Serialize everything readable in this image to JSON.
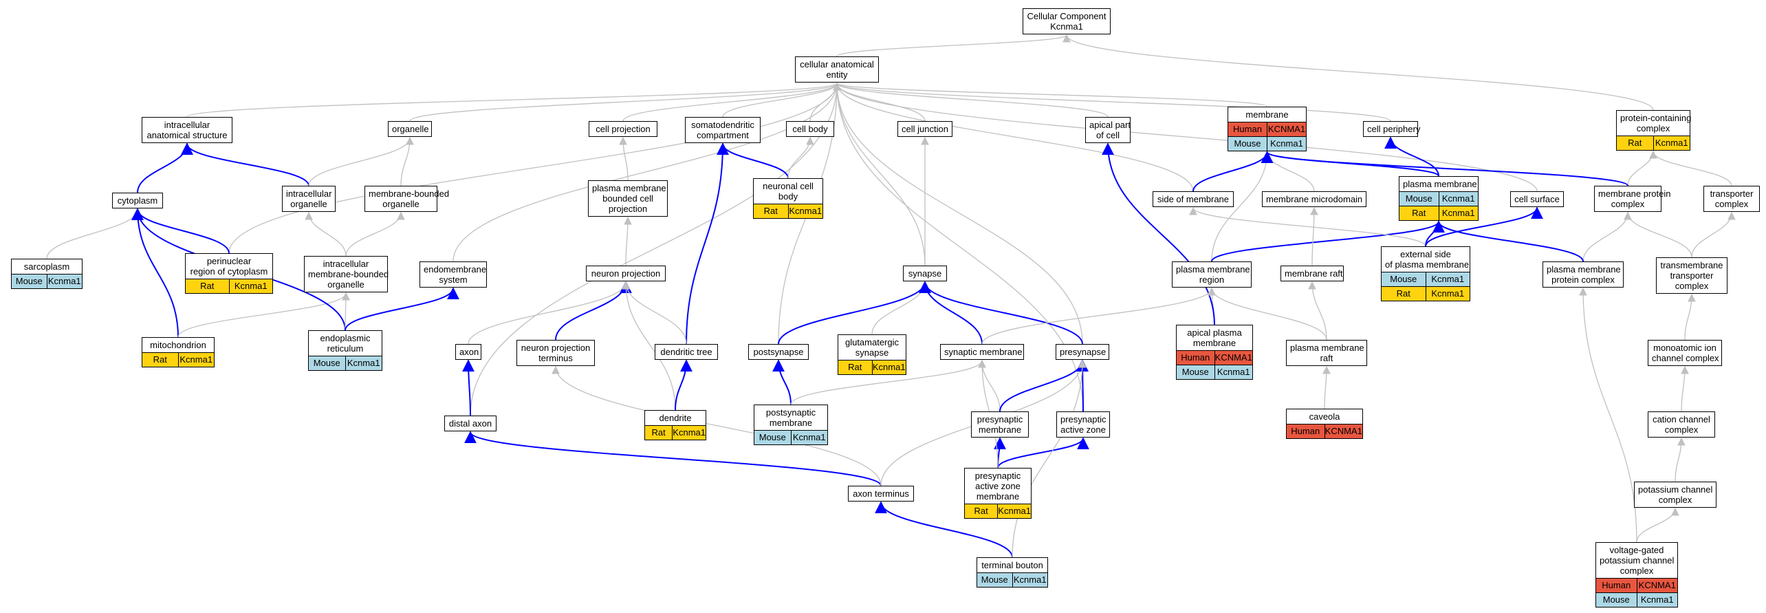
{
  "colors": {
    "human": "#e8563f",
    "rat": "#ffd30f",
    "mouse": "#add8e6",
    "highlight_edge": "#0000ff",
    "edge": "#c0c0c0"
  },
  "nodes": {
    "root": {
      "lines": [
        "Cellular Component",
        "Kcnma1"
      ],
      "ann": []
    },
    "cae": {
      "lines": [
        "cellular anatomical",
        "entity"
      ],
      "ann": []
    },
    "ias": {
      "lines": [
        "intracellular",
        "anatomical structure"
      ],
      "ann": []
    },
    "organelle": {
      "lines": [
        "organelle"
      ],
      "ann": []
    },
    "cellproj": {
      "lines": [
        "cell projection"
      ],
      "ann": []
    },
    "somato": {
      "lines": [
        "somatodendritic",
        "compartment"
      ],
      "ann": []
    },
    "cellbody": {
      "lines": [
        "cell body"
      ],
      "ann": []
    },
    "celljunction": {
      "lines": [
        "cell junction"
      ],
      "ann": []
    },
    "apicalpart": {
      "lines": [
        "apical part",
        "of cell"
      ],
      "ann": []
    },
    "membrane": {
      "lines": [
        "membrane"
      ],
      "ann": [
        [
          "Human",
          "KCNMA1"
        ],
        [
          "Mouse",
          "Kcnma1"
        ]
      ]
    },
    "cellperiph": {
      "lines": [
        "cell periphery"
      ],
      "ann": []
    },
    "pcc": {
      "lines": [
        "protein-containing",
        "complex"
      ],
      "ann": [
        [
          "Rat",
          "Kcnma1"
        ]
      ]
    },
    "cytoplasm": {
      "lines": [
        "cytoplasm"
      ],
      "ann": []
    },
    "intraorg": {
      "lines": [
        "intracellular",
        "organelle"
      ],
      "ann": []
    },
    "mbo": {
      "lines": [
        "membrane-bounded",
        "organelle"
      ],
      "ann": []
    },
    "pmbcp": {
      "lines": [
        "plasma membrane",
        "bounded cell",
        "projection"
      ],
      "ann": []
    },
    "ncb": {
      "lines": [
        "neuronal cell",
        "body"
      ],
      "ann": [
        [
          "Rat",
          "Kcnma1"
        ]
      ]
    },
    "sideofmem": {
      "lines": [
        "side of membrane"
      ],
      "ann": []
    },
    "memmicro": {
      "lines": [
        "membrane microdomain"
      ],
      "ann": []
    },
    "pm": {
      "lines": [
        "plasma membrane"
      ],
      "ann": [
        [
          "Mouse",
          "Kcnma1"
        ],
        [
          "Rat",
          "Kcnma1"
        ]
      ]
    },
    "cellsurface": {
      "lines": [
        "cell surface"
      ],
      "ann": []
    },
    "mpc": {
      "lines": [
        "membrane protein",
        "complex"
      ],
      "ann": []
    },
    "transporter": {
      "lines": [
        "transporter",
        "complex"
      ],
      "ann": []
    },
    "sarcoplasm": {
      "lines": [
        "sarcoplasm"
      ],
      "ann": [
        [
          "Mouse",
          "Kcnma1"
        ]
      ]
    },
    "perinuc": {
      "lines": [
        "perinuclear",
        "region of cytoplasm"
      ],
      "ann": [
        [
          "Rat",
          "Kcnma1"
        ]
      ]
    },
    "imbo": {
      "lines": [
        "intracellular",
        "membrane-bounded",
        "organelle"
      ],
      "ann": []
    },
    "endomem": {
      "lines": [
        "endomembrane",
        "system"
      ],
      "ann": []
    },
    "neuronproj": {
      "lines": [
        "neuron projection"
      ],
      "ann": []
    },
    "synapse": {
      "lines": [
        "synapse"
      ],
      "ann": []
    },
    "pmregion": {
      "lines": [
        "plasma membrane",
        "region"
      ],
      "ann": []
    },
    "memraft": {
      "lines": [
        "membrane raft"
      ],
      "ann": []
    },
    "extside": {
      "lines": [
        "external side",
        "of plasma membrane"
      ],
      "ann": [
        [
          "Mouse",
          "Kcnma1"
        ],
        [
          "Rat",
          "Kcnma1"
        ]
      ]
    },
    "pmpc": {
      "lines": [
        "plasma membrane",
        "protein complex"
      ],
      "ann": []
    },
    "tmtc": {
      "lines": [
        "transmembrane",
        "transporter",
        "complex"
      ],
      "ann": []
    },
    "mito": {
      "lines": [
        "mitochondrion"
      ],
      "ann": [
        [
          "Rat",
          "Kcnma1"
        ]
      ]
    },
    "er": {
      "lines": [
        "endoplasmic",
        "reticulum"
      ],
      "ann": [
        [
          "Mouse",
          "Kcnma1"
        ]
      ]
    },
    "axon": {
      "lines": [
        "axon"
      ],
      "ann": []
    },
    "npt": {
      "lines": [
        "neuron projection",
        "terminus"
      ],
      "ann": []
    },
    "dentree": {
      "lines": [
        "dendritic tree"
      ],
      "ann": []
    },
    "postsyn": {
      "lines": [
        "postsynapse"
      ],
      "ann": []
    },
    "glut": {
      "lines": [
        "glutamatergic",
        "synapse"
      ],
      "ann": [
        [
          "Rat",
          "Kcnma1"
        ]
      ]
    },
    "synmem": {
      "lines": [
        "synaptic membrane"
      ],
      "ann": []
    },
    "presyn": {
      "lines": [
        "presynapse"
      ],
      "ann": []
    },
    "apm": {
      "lines": [
        "apical plasma",
        "membrane"
      ],
      "ann": [
        [
          "Human",
          "KCNMA1"
        ],
        [
          "Mouse",
          "Kcnma1"
        ]
      ]
    },
    "pmraft": {
      "lines": [
        "plasma membrane",
        "raft"
      ],
      "ann": []
    },
    "maicc": {
      "lines": [
        "monoatomic ion",
        "channel complex"
      ],
      "ann": []
    },
    "distalaxon": {
      "lines": [
        "distal axon"
      ],
      "ann": []
    },
    "dendrite": {
      "lines": [
        "dendrite"
      ],
      "ann": [
        [
          "Rat",
          "Kcnma1"
        ]
      ]
    },
    "psm": {
      "lines": [
        "postsynaptic",
        "membrane"
      ],
      "ann": [
        [
          "Mouse",
          "Kcnma1"
        ]
      ]
    },
    "presynmem": {
      "lines": [
        "presynaptic",
        "membrane"
      ],
      "ann": []
    },
    "paz": {
      "lines": [
        "presynaptic",
        "active zone"
      ],
      "ann": []
    },
    "caveola": {
      "lines": [
        "caveola"
      ],
      "ann": [
        [
          "Human",
          "KCNMA1"
        ]
      ]
    },
    "cation": {
      "lines": [
        "cation channel",
        "complex"
      ],
      "ann": []
    },
    "axonterm": {
      "lines": [
        "axon terminus"
      ],
      "ann": []
    },
    "pazm": {
      "lines": [
        "presynaptic",
        "active zone",
        "membrane"
      ],
      "ann": [
        [
          "Rat",
          "Kcnma1"
        ]
      ]
    },
    "kcc": {
      "lines": [
        "potassium channel",
        "complex"
      ],
      "ann": []
    },
    "tbouton": {
      "lines": [
        "terminal bouton"
      ],
      "ann": [
        [
          "Mouse",
          "Kcnma1"
        ]
      ]
    },
    "vgkcc": {
      "lines": [
        "voltage-gated",
        "potassium channel",
        "complex"
      ],
      "ann": [
        [
          "Human",
          "KCNMA1"
        ],
        [
          "Mouse",
          "Kcnma1"
        ]
      ]
    }
  },
  "edges": [
    [
      "cae",
      "root",
      0
    ],
    [
      "pcc",
      "root",
      0
    ],
    [
      "ias",
      "cae",
      0
    ],
    [
      "organelle",
      "cae",
      0
    ],
    [
      "cellproj",
      "cae",
      0
    ],
    [
      "somato",
      "cae",
      0
    ],
    [
      "cellbody",
      "cae",
      0
    ],
    [
      "celljunction",
      "cae",
      0
    ],
    [
      "apicalpart",
      "cae",
      0
    ],
    [
      "membrane",
      "cae",
      0
    ],
    [
      "cellperiph",
      "cae",
      0
    ],
    [
      "cellsurface",
      "cae",
      0
    ],
    [
      "perinuc",
      "cae",
      0
    ],
    [
      "endomem",
      "cae",
      0
    ],
    [
      "sideofmem",
      "cae",
      0
    ],
    [
      "postsyn",
      "cae",
      0
    ],
    [
      "presyn",
      "cae",
      0
    ],
    [
      "paz",
      "cae",
      0
    ],
    [
      "distalaxon",
      "cae",
      0
    ],
    [
      "synapse",
      "cae",
      0
    ],
    [
      "cytoplasm",
      "ias",
      1
    ],
    [
      "intraorg",
      "ias",
      1
    ],
    [
      "intraorg",
      "organelle",
      0
    ],
    [
      "mbo",
      "organelle",
      0
    ],
    [
      "imbo",
      "intraorg",
      0
    ],
    [
      "imbo",
      "mbo",
      0
    ],
    [
      "pmbcp",
      "cellproj",
      0
    ],
    [
      "ncb",
      "somato",
      1
    ],
    [
      "ncb",
      "cellbody",
      0
    ],
    [
      "dentree",
      "somato",
      1
    ],
    [
      "sideofmem",
      "membrane",
      1
    ],
    [
      "memmicro",
      "membrane",
      0
    ],
    [
      "pm",
      "membrane",
      1
    ],
    [
      "pmregion",
      "membrane",
      0
    ],
    [
      "pm",
      "cellperiph",
      1
    ],
    [
      "mpc",
      "pcc",
      0
    ],
    [
      "transporter",
      "pcc",
      0
    ],
    [
      "mpc",
      "membrane",
      1
    ],
    [
      "pmpc",
      "mpc",
      0
    ],
    [
      "pmpc",
      "pm",
      1
    ],
    [
      "tmtc",
      "mpc",
      0
    ],
    [
      "tmtc",
      "transporter",
      0
    ],
    [
      "maicc",
      "tmtc",
      0
    ],
    [
      "cation",
      "maicc",
      0
    ],
    [
      "kcc",
      "cation",
      0
    ],
    [
      "vgkcc",
      "kcc",
      0
    ],
    [
      "vgkcc",
      "pmpc",
      0
    ],
    [
      "sarcoplasm",
      "cytoplasm",
      0
    ],
    [
      "perinuc",
      "cytoplasm",
      1
    ],
    [
      "mito",
      "cytoplasm",
      1
    ],
    [
      "mito",
      "imbo",
      0
    ],
    [
      "er",
      "cytoplasm",
      1
    ],
    [
      "er",
      "imbo",
      0
    ],
    [
      "er",
      "endomem",
      1
    ],
    [
      "neuronproj",
      "pmbcp",
      0
    ],
    [
      "axon",
      "neuronproj",
      0
    ],
    [
      "npt",
      "neuronproj",
      1
    ],
    [
      "dentree",
      "neuronproj",
      0
    ],
    [
      "dendrite",
      "neuronproj",
      0
    ],
    [
      "dendrite",
      "dentree",
      1
    ],
    [
      "distalaxon",
      "axon",
      1
    ],
    [
      "axonterm",
      "distalaxon",
      1
    ],
    [
      "axonterm",
      "npt",
      0
    ],
    [
      "axonterm",
      "presyn",
      0
    ],
    [
      "postsyn",
      "synapse",
      1
    ],
    [
      "glut",
      "synapse",
      0
    ],
    [
      "synmem",
      "synapse",
      1
    ],
    [
      "presyn",
      "synapse",
      1
    ],
    [
      "synapse",
      "celljunction",
      0
    ],
    [
      "pmregion",
      "pm",
      1
    ],
    [
      "extside",
      "pm",
      1
    ],
    [
      "extside",
      "sideofmem",
      0
    ],
    [
      "extside",
      "cellsurface",
      1
    ],
    [
      "memraft",
      "memmicro",
      0
    ],
    [
      "pmraft",
      "memraft",
      0
    ],
    [
      "pmraft",
      "pmregion",
      0
    ],
    [
      "caveola",
      "pmraft",
      0
    ],
    [
      "apm",
      "pmregion",
      0
    ],
    [
      "apm",
      "apicalpart",
      1
    ],
    [
      "synmem",
      "pmregion",
      0
    ],
    [
      "psm",
      "postsyn",
      1
    ],
    [
      "psm",
      "synmem",
      0
    ],
    [
      "presynmem",
      "synmem",
      0
    ],
    [
      "presynmem",
      "presyn",
      1
    ],
    [
      "paz",
      "presyn",
      1
    ],
    [
      "pazm",
      "presynmem",
      1
    ],
    [
      "pazm",
      "paz",
      1
    ],
    [
      "pazm",
      "synmem",
      0
    ],
    [
      "tbouton",
      "axonterm",
      1
    ],
    [
      "tbouton",
      "presyn",
      0
    ]
  ]
}
